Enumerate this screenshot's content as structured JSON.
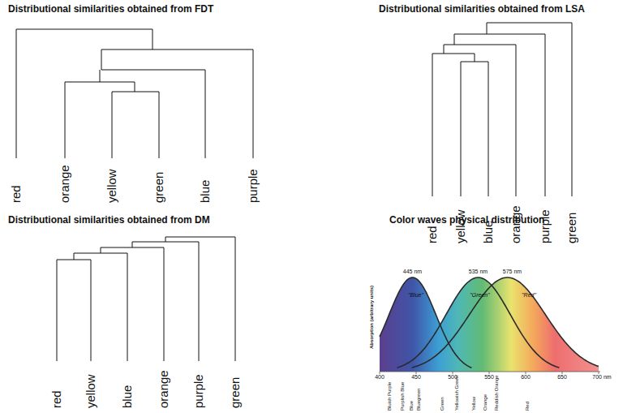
{
  "diagram": {
    "labels": [
      "Distributional similarities obtained from FDT",
      "red",
      "orange",
      "yellow",
      "green",
      "blue",
      "purple",
      "Distributional similarities obtained from LSA",
      "red",
      "yellow",
      "blue",
      "orange",
      "purple",
      "green",
      "Distributional similarities obtained from DM",
      "red",
      "yellow",
      "blue",
      "orange",
      "purple",
      "green",
      "Color waves physical distribution",
      "445 nm",
      "535 nm",
      "575 nm",
      "\"Blue\"",
      "\"Green\"",
      "\"Red\"",
      "Absorption (arbitrary units)",
      "400",
      "450",
      "500",
      "550",
      "600",
      "650",
      "700 nm",
      "Bluish Purple",
      "Purplish Blue",
      "Blue",
      "Bluegreen",
      "Green",
      "Yellowish Green",
      "Yellow",
      "Orange",
      "Reddish Orange",
      "Red"
    ]
  }
}
